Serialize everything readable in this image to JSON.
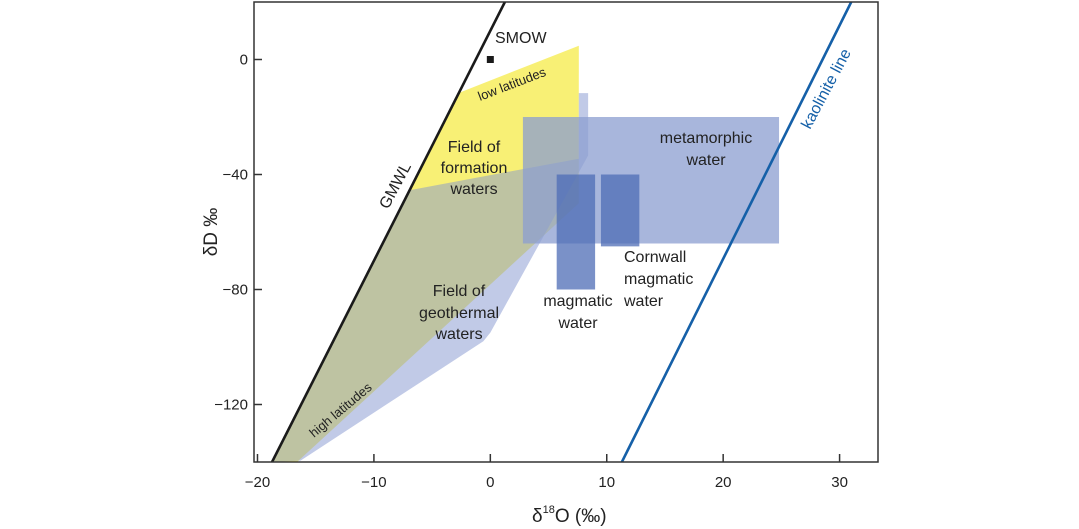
{
  "chart_data": {
    "type": "diagram",
    "xlabel": {
      "main": "δ",
      "sup": "18",
      "rest": "O (‰)"
    },
    "ylabel": "δD ‰",
    "xlim": [
      -20.3,
      33.3
    ],
    "ylim": [
      -140,
      20
    ],
    "xticks": [
      -20,
      -10,
      0,
      10,
      20,
      30
    ],
    "xtick_labels": [
      "−20",
      "−10",
      "0",
      "10",
      "20",
      "30"
    ],
    "yticks": [
      0,
      -40,
      -80,
      -120
    ],
    "ytick_labels": [
      "0",
      "−40",
      "−80",
      "−120"
    ],
    "lines": [
      {
        "name": "GMWL",
        "label": "GMWL",
        "points": [
          [
            -18.75,
            -140
          ],
          [
            1.25,
            20
          ]
        ],
        "color": "#1a1a1a"
      },
      {
        "name": "kaolinite line",
        "label": "kaolinite line",
        "points": [
          [
            11.3,
            -140
          ],
          [
            31.0,
            20
          ]
        ],
        "color": "#1560a8"
      }
    ],
    "points": [
      {
        "name": "SMOW",
        "label": "SMOW",
        "x": 0,
        "y": 0
      }
    ],
    "regions": [
      {
        "name": "formation waters",
        "color": "#f8ef6e",
        "points": [
          [
            -2.7,
            -11.6
          ],
          [
            7.6,
            4.8
          ],
          [
            7.6,
            -50
          ],
          [
            -16.6,
            -140
          ],
          [
            -18.75,
            -140
          ]
        ]
      },
      {
        "name": "geothermal waters",
        "color": "#8496cf",
        "points": [
          [
            -7,
            -45.5
          ],
          [
            7.6,
            -34.5
          ],
          [
            7.6,
            -11.7
          ],
          [
            8.4,
            -11.7
          ],
          [
            8.4,
            -33.4
          ],
          [
            0,
            -95
          ],
          [
            -0.6,
            -98
          ],
          [
            -16.3,
            -139.5
          ],
          [
            -18.75,
            -140
          ]
        ]
      },
      {
        "name": "metamorphic water",
        "color": "#8b9dd0",
        "x": [
          2.8,
          24.8
        ],
        "y": [
          -64,
          -20
        ]
      },
      {
        "name": "magmatic water",
        "color": "#4d6cb5",
        "x": [
          5.7,
          9.0
        ],
        "y": [
          -80,
          -40
        ]
      },
      {
        "name": "Cornwall magmatic water",
        "color": "#4d6cb5",
        "x": [
          9.5,
          12.8
        ],
        "y": [
          -65,
          -40
        ]
      }
    ],
    "annotations": {
      "low_latitudes": "low latitudes",
      "high_latitudes": "high latitudes",
      "formation": [
        "Field of",
        "formation",
        "waters"
      ],
      "geothermal": [
        "Field of",
        "geothermal",
        "waters"
      ],
      "metamorphic": [
        "metamorphic",
        "water"
      ],
      "magmatic": [
        "magmatic",
        "water"
      ],
      "cornwall": [
        "Cornwall",
        "magmatic",
        "water"
      ]
    }
  }
}
